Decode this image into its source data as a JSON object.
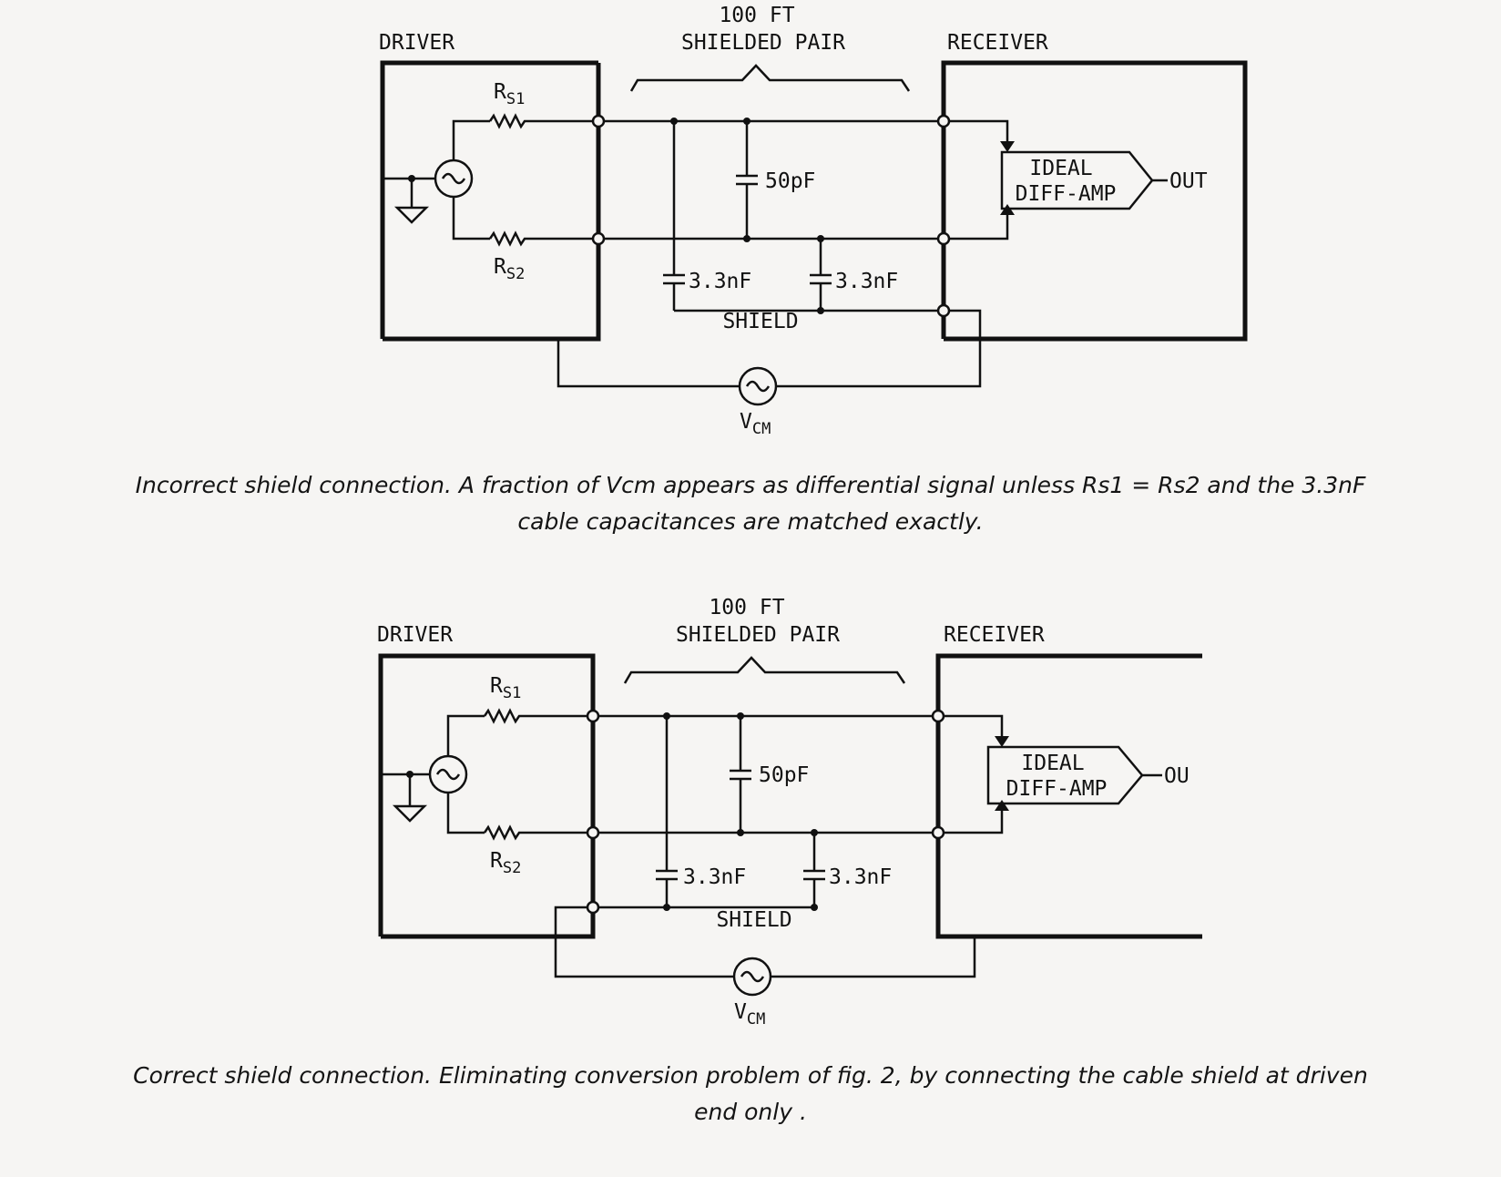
{
  "figures": [
    {
      "id": "incorrect",
      "labels": {
        "length": "100 FT",
        "cable": "SHIELDED PAIR",
        "driver": "DRIVER",
        "receiver": "RECEIVER",
        "rs1_main": "R",
        "rs1_sub": "S1",
        "rs2_main": "R",
        "rs2_sub": "S2",
        "cap_pair": "50pF",
        "cap_shield_a": "3.3nF",
        "cap_shield_b": "3.3nF",
        "shield": "SHIELD",
        "amp_line1": "IDEAL",
        "amp_line2": "DIFF-AMP",
        "out": "OUT",
        "vcm_main": "V",
        "vcm_sub": "CM"
      },
      "caption": {
        "line1": "Incorrect shield connection. A fraction of Vcm appears as differential signal unless Rs1 = Rs2 and the 3.3nF",
        "line2": "cable capacitances are matched exactly."
      }
    },
    {
      "id": "correct",
      "labels": {
        "length": "100 FT",
        "cable": "SHIELDED PAIR",
        "driver": "DRIVER",
        "receiver": "RECEIVER",
        "rs1_main": "R",
        "rs1_sub": "S1",
        "rs2_main": "R",
        "rs2_sub": "S2",
        "cap_pair": "50pF",
        "cap_shield_a": "3.3nF",
        "cap_shield_b": "3.3nF",
        "shield": "SHIELD",
        "amp_line1": "IDEAL",
        "amp_line2": "DIFF-AMP",
        "out": "OU",
        "vcm_main": "V",
        "vcm_sub": "CM"
      },
      "caption": {
        "line1": "Correct shield connection. Eliminating conversion problem of fig. 2, by connecting the cable shield at driven",
        "line2": "end only ."
      }
    }
  ]
}
